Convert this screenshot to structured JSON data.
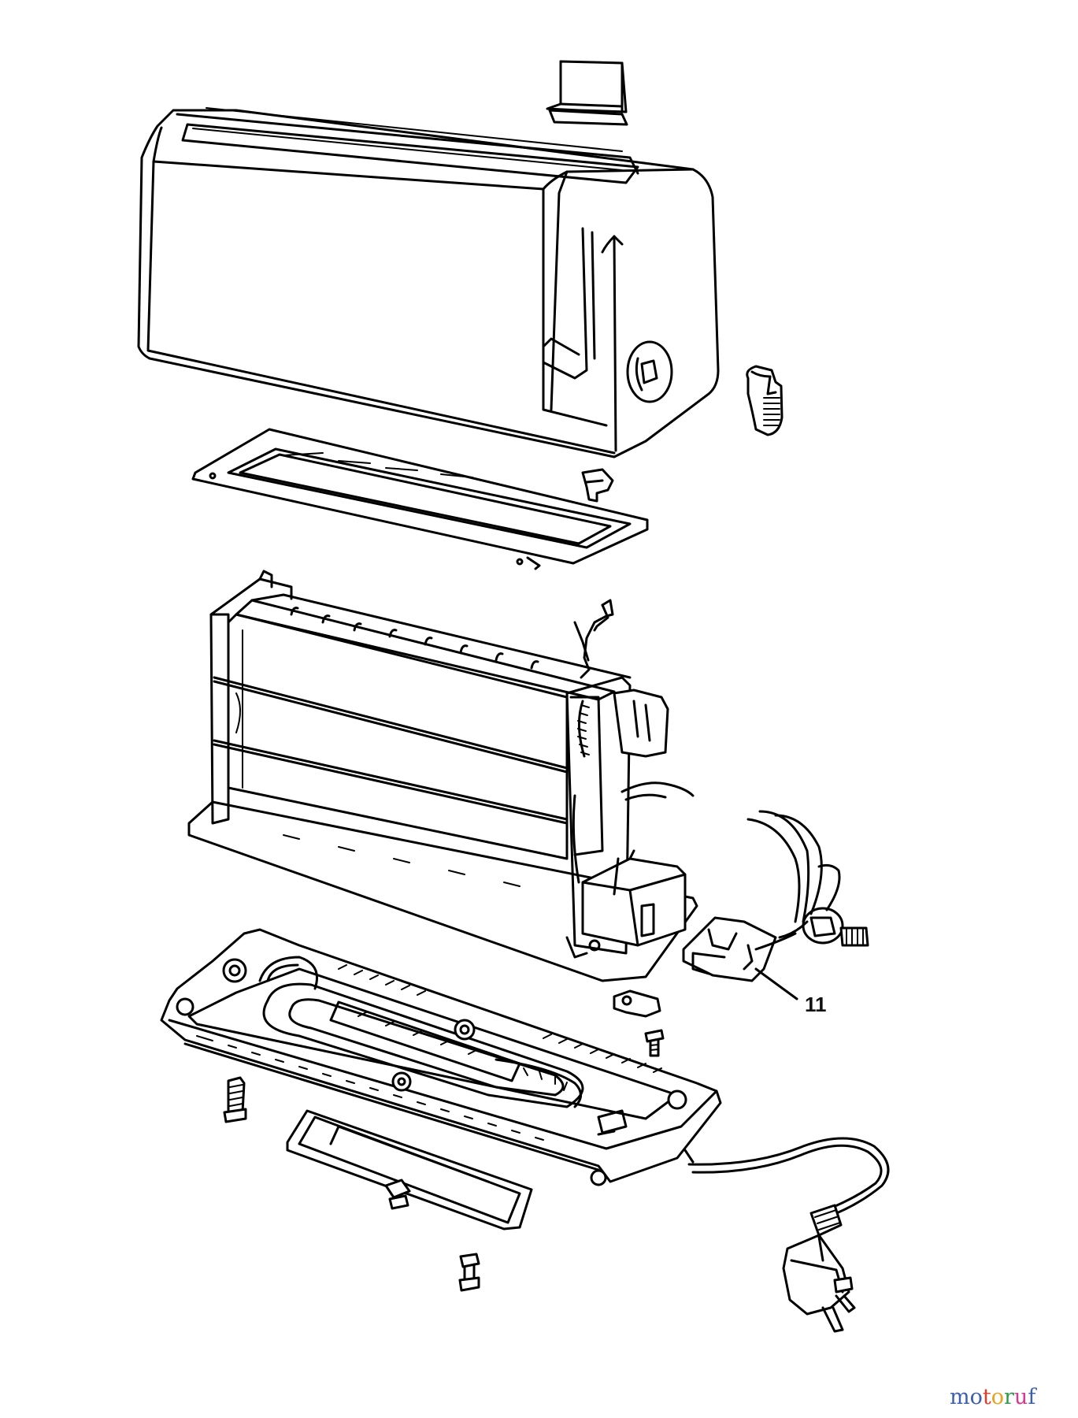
{
  "callout": {
    "part_number": "11"
  },
  "watermark": {
    "text": "motoruf",
    "letters": [
      {
        "ch": "m",
        "color": "#3b5fae"
      },
      {
        "ch": "o",
        "color": "#3b5fae"
      },
      {
        "ch": "t",
        "color": "#e23b2a"
      },
      {
        "ch": "o",
        "color": "#e8a21b"
      },
      {
        "ch": "r",
        "color": "#2f9a4a"
      },
      {
        "ch": "u",
        "color": "#d43a8e"
      },
      {
        "ch": "f",
        "color": "#3b5fae"
      }
    ]
  },
  "colors": {
    "line": "#000000",
    "background": "#ffffff"
  }
}
